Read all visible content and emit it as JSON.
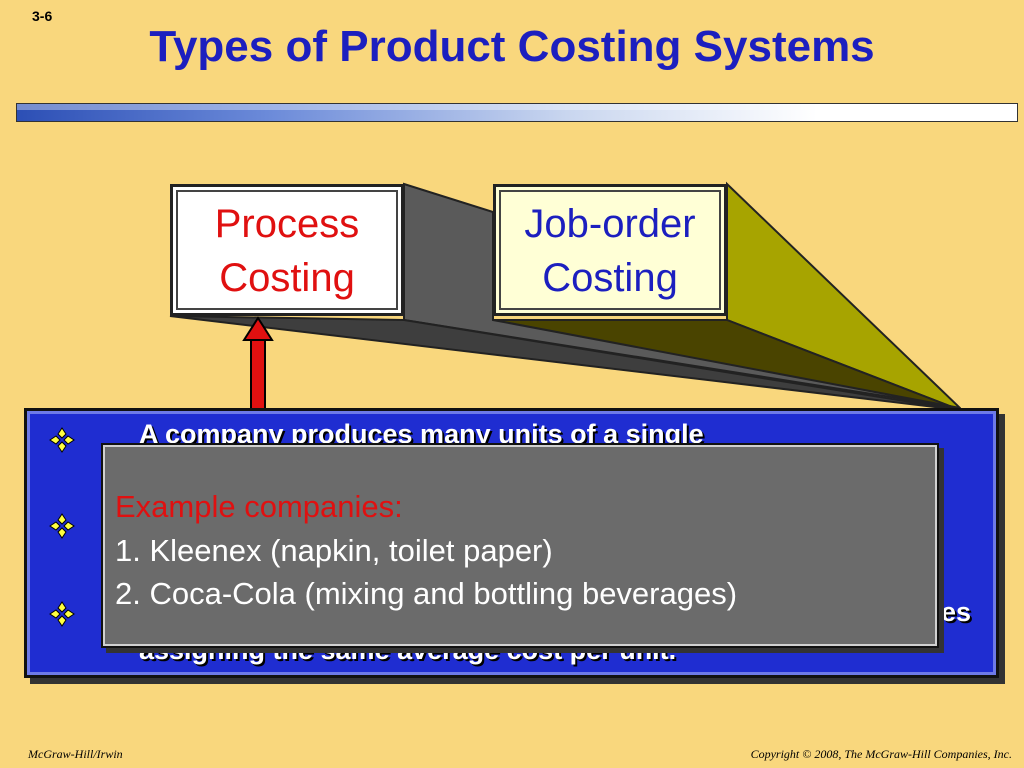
{
  "slide": {
    "number": "3-6",
    "title": "Types of Product Costing Systems"
  },
  "boxes": {
    "process": {
      "line1": "Process",
      "line2": "Costing",
      "text_color": "#e01010"
    },
    "job_order": {
      "line1": "Job-order",
      "line2": "Costing",
      "text_color": "#1c1fbf"
    }
  },
  "bullets": [
    {
      "text": "A company produces many units of a single"
    },
    {
      "text": ""
    },
    {
      "text": "es"
    },
    {
      "text": "assigning the same average cost per unit."
    }
  ],
  "example_box": {
    "heading": "Example companies:",
    "items": [
      "1. Kleenex (napkin, toilet paper)",
      "2. Coca-Cola (mixing and bottling beverages)"
    ]
  },
  "footer": {
    "left": "McGraw-Hill/Irwin",
    "right": "Copyright © 2008, The McGraw-Hill Companies, Inc."
  },
  "colors": {
    "background": "#f9d77d",
    "title": "#1c1fbf",
    "panel_blue": "#1f2dd1",
    "panel_gray": "#6b6b6b",
    "arrow": "#e01010",
    "job_wedge": "#a7a400",
    "process_wedge": "#555555"
  }
}
